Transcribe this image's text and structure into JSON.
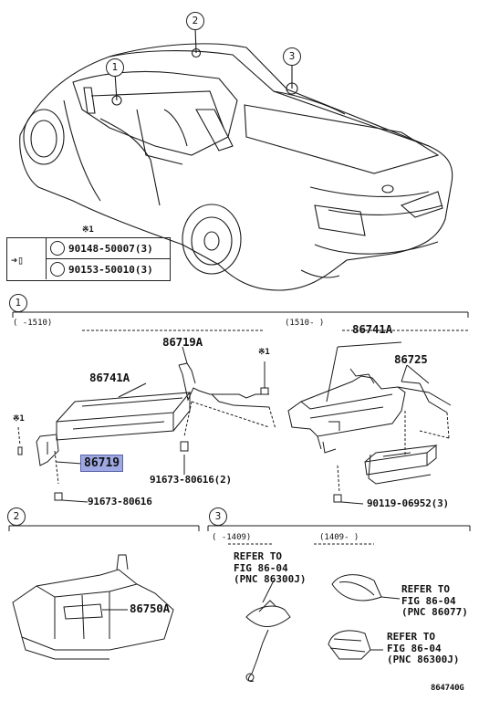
{
  "callouts": {
    "c1": "1",
    "c2": "2",
    "c3": "3"
  },
  "fastener_table": {
    "note_mark": "※1",
    "rows": [
      {
        "part": "90148-50007(3)",
        "icon": "hex-head-icon"
      },
      {
        "part": "90153-50010(3)",
        "icon": "cross-head-icon"
      }
    ]
  },
  "section1": {
    "callout": "1",
    "range_left": "(   -1510)",
    "range_right": "(1510-   )",
    "labels": {
      "p86719A": "86719A",
      "p86741A_left": "86741A",
      "p86741A_right": "86741A",
      "p86725": "86725",
      "p86719_highlight": "86719",
      "note_mark_a": "※1",
      "note_mark_b": "※1",
      "bolt_a": "91673-80616(2)",
      "bolt_b": "91673-80616",
      "bolt_c": "90119-06952(3)"
    }
  },
  "section2": {
    "callout": "2",
    "label": "86750A"
  },
  "section3": {
    "callout": "3",
    "range_left": "(   -1409)",
    "range_right": "(1409-   )",
    "refs": [
      {
        "text": "REFER TO\nFIG 86-04\n(PNC 86300J)"
      },
      {
        "text": "REFER TO\nFIG 86-04\n(PNC 86077)"
      },
      {
        "text": "REFER TO\nFIG 86-04\n(PNC 86300J)"
      }
    ]
  },
  "figure_id": "864740G"
}
